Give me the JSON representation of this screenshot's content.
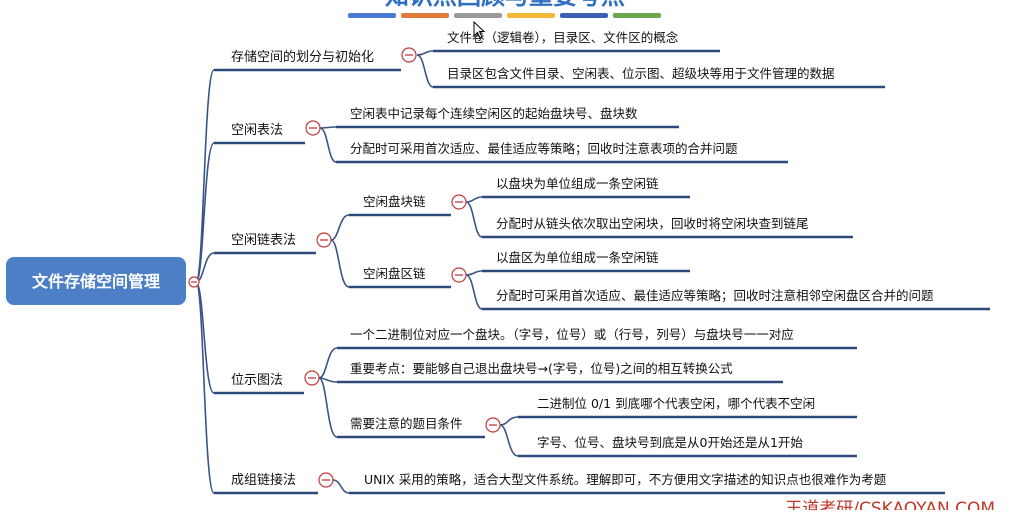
{
  "title": "知识点回顾与重要考点",
  "title_bar_colors": [
    "#4a7bd0",
    "#e07b39",
    "#9a9a9a",
    "#f2b938",
    "#3a5fb0",
    "#6aa84f"
  ],
  "root": "文件存储空间管理",
  "branches": {
    "b1": {
      "label": "存储空间的划分与初始化",
      "items": [
        "文件卷（逻辑卷），目录区、文件区的概念",
        "目录区包含文件目录、空闲表、位示图、超级块等用于文件管理的数据"
      ]
    },
    "b2": {
      "label": "空闲表法",
      "items": [
        "空闲表中记录每个连续空闲区的起始盘块号、盘块数",
        "分配时可采用首次适应、最佳适应等策略；回收时注意表项的合并问题"
      ]
    },
    "b3": {
      "label": "空闲链表法",
      "sub1": {
        "label": "空闲盘块链",
        "items": [
          "以盘块为单位组成一条空闲链",
          "分配时从链头依次取出空闲块，回收时将空闲块查到链尾"
        ]
      },
      "sub2": {
        "label": "空闲盘区链",
        "items": [
          "以盘区为单位组成一条空闲链",
          "分配时可采用首次适应、最佳适应等策略；回收时注意相邻空闲盘区合并的问题"
        ]
      }
    },
    "b4": {
      "label": "位示图法",
      "items": [
        "一个二进制位对应一个盘块。（字号，位号）或（行号，列号）与盘块号一一对应",
        "重要考点：要能够自己退出盘块号→(字号，位号)之间的相互转换公式"
      ],
      "sub": {
        "label": "需要注意的题目条件",
        "items": [
          "二进制位 0/1 到底哪个代表空闲，哪个代表不空闲",
          "字号、位号、盘块号到底是从0开始还是从1开始"
        ]
      }
    },
    "b5": {
      "label": "成组链接法",
      "items": [
        "UNIX 采用的策略，适合大型文件系统。理解即可，不方便用文字描述的知识点也很难作为考题"
      ]
    }
  },
  "watermark": "王道考研/CSKAOYAN.COM",
  "icons": {
    "toggle": "collapse-minus-icon",
    "cursor": "mouse-cursor-icon"
  }
}
